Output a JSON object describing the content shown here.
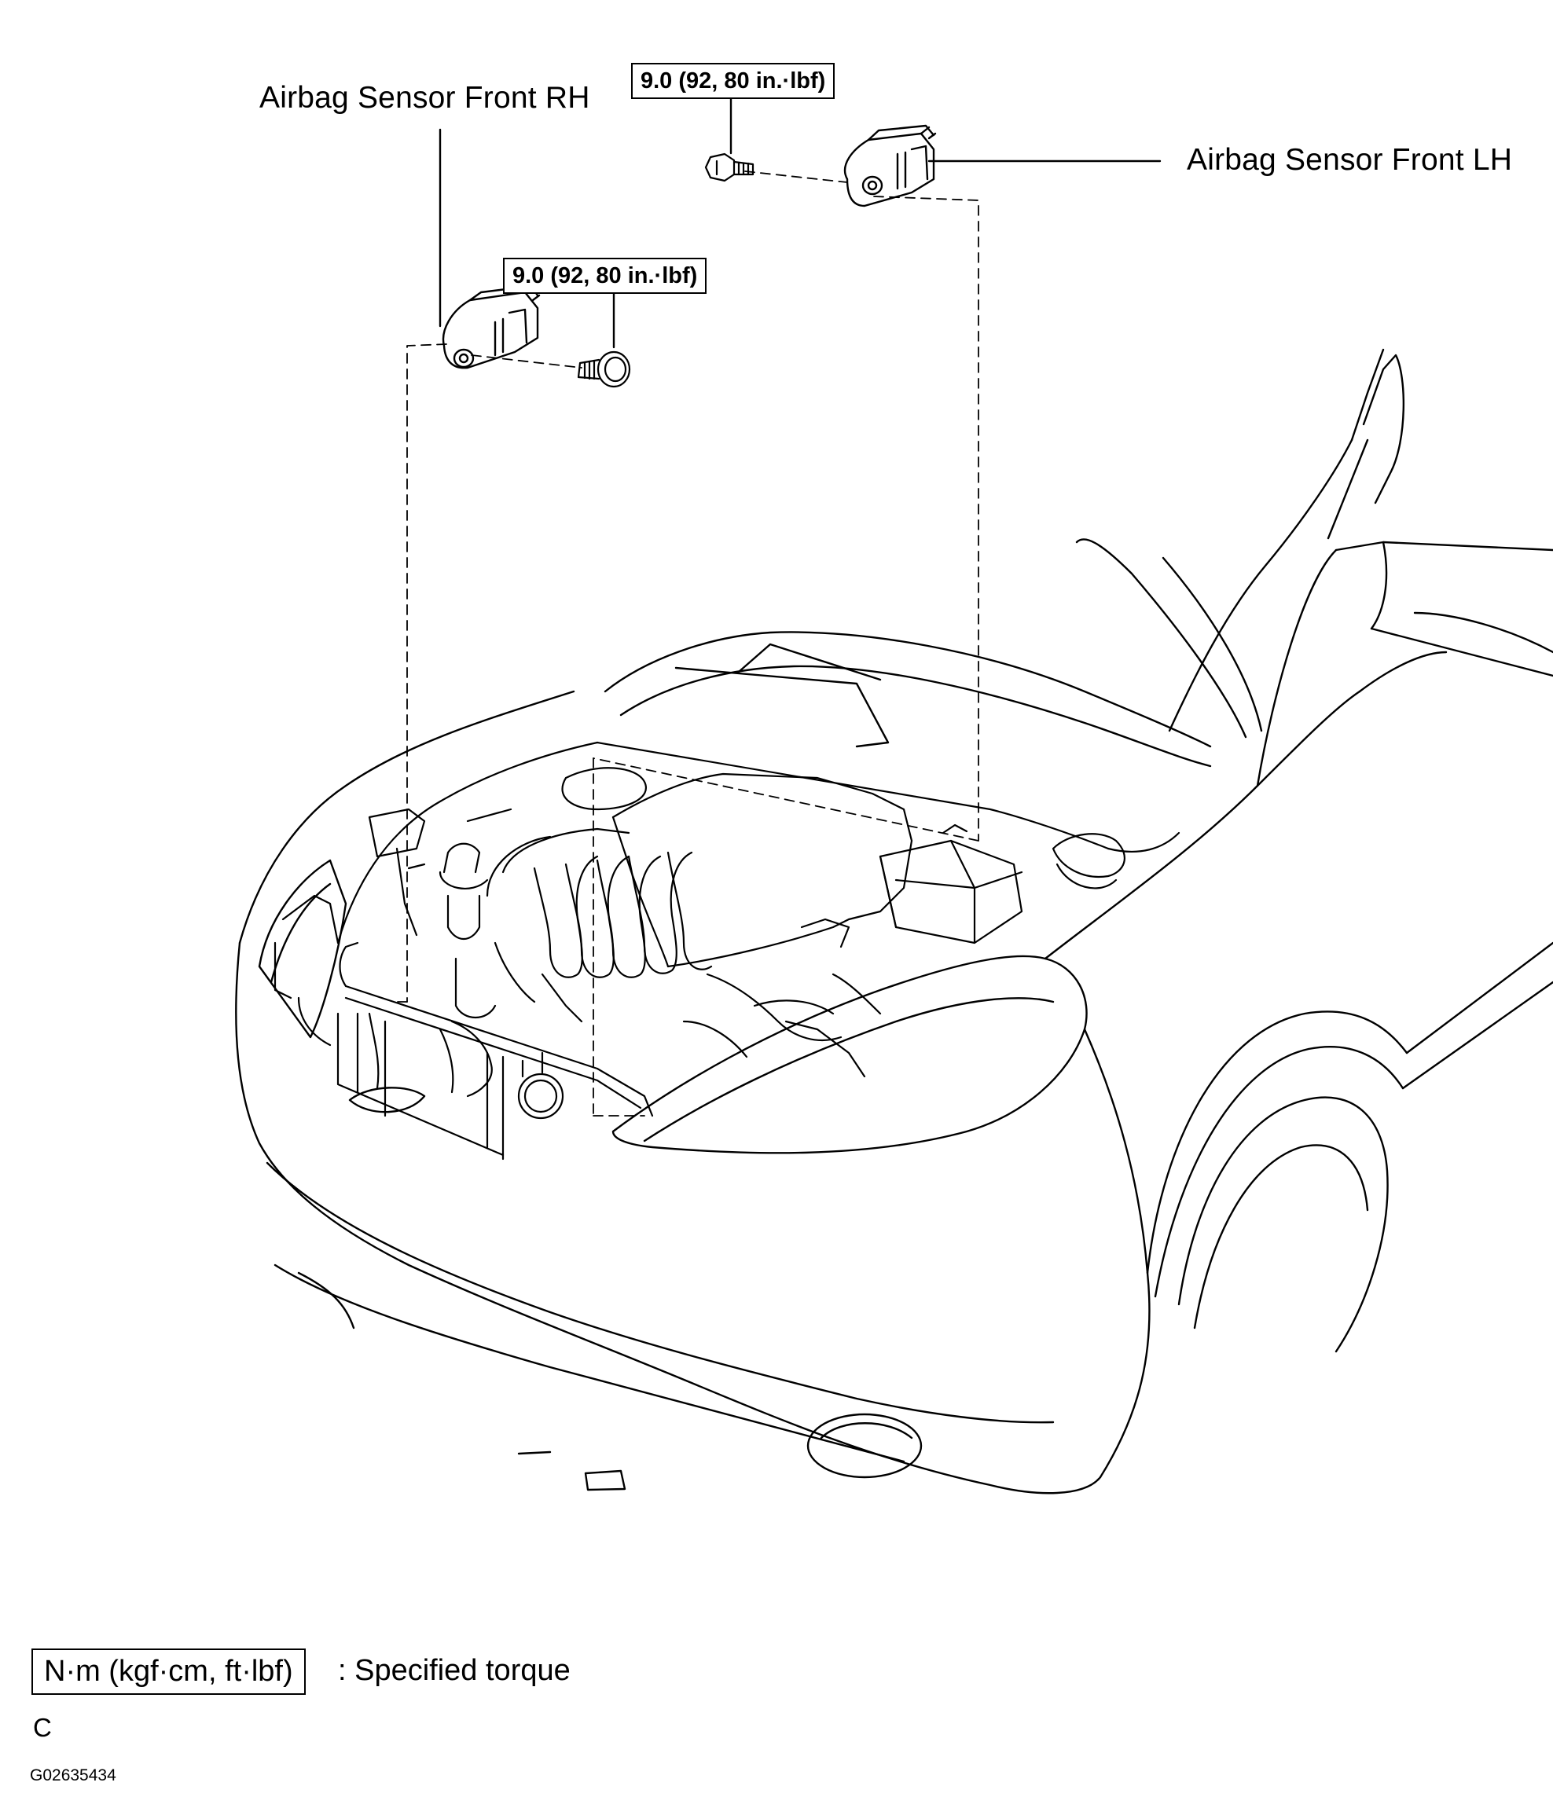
{
  "labels": {
    "sensor_rh": "Airbag Sensor Front RH",
    "sensor_lh": "Airbag Sensor Front LH"
  },
  "torque": {
    "top": "9.0 (92, 80 in.·lbf)",
    "middle": "9.0 (92, 80 in.·lbf)"
  },
  "legend": {
    "unit_box": "N·m (kgf·cm, ft·lbf)",
    "description": ": Specified torque"
  },
  "footer": {
    "letter": "C",
    "figure_code": "G02635434"
  }
}
